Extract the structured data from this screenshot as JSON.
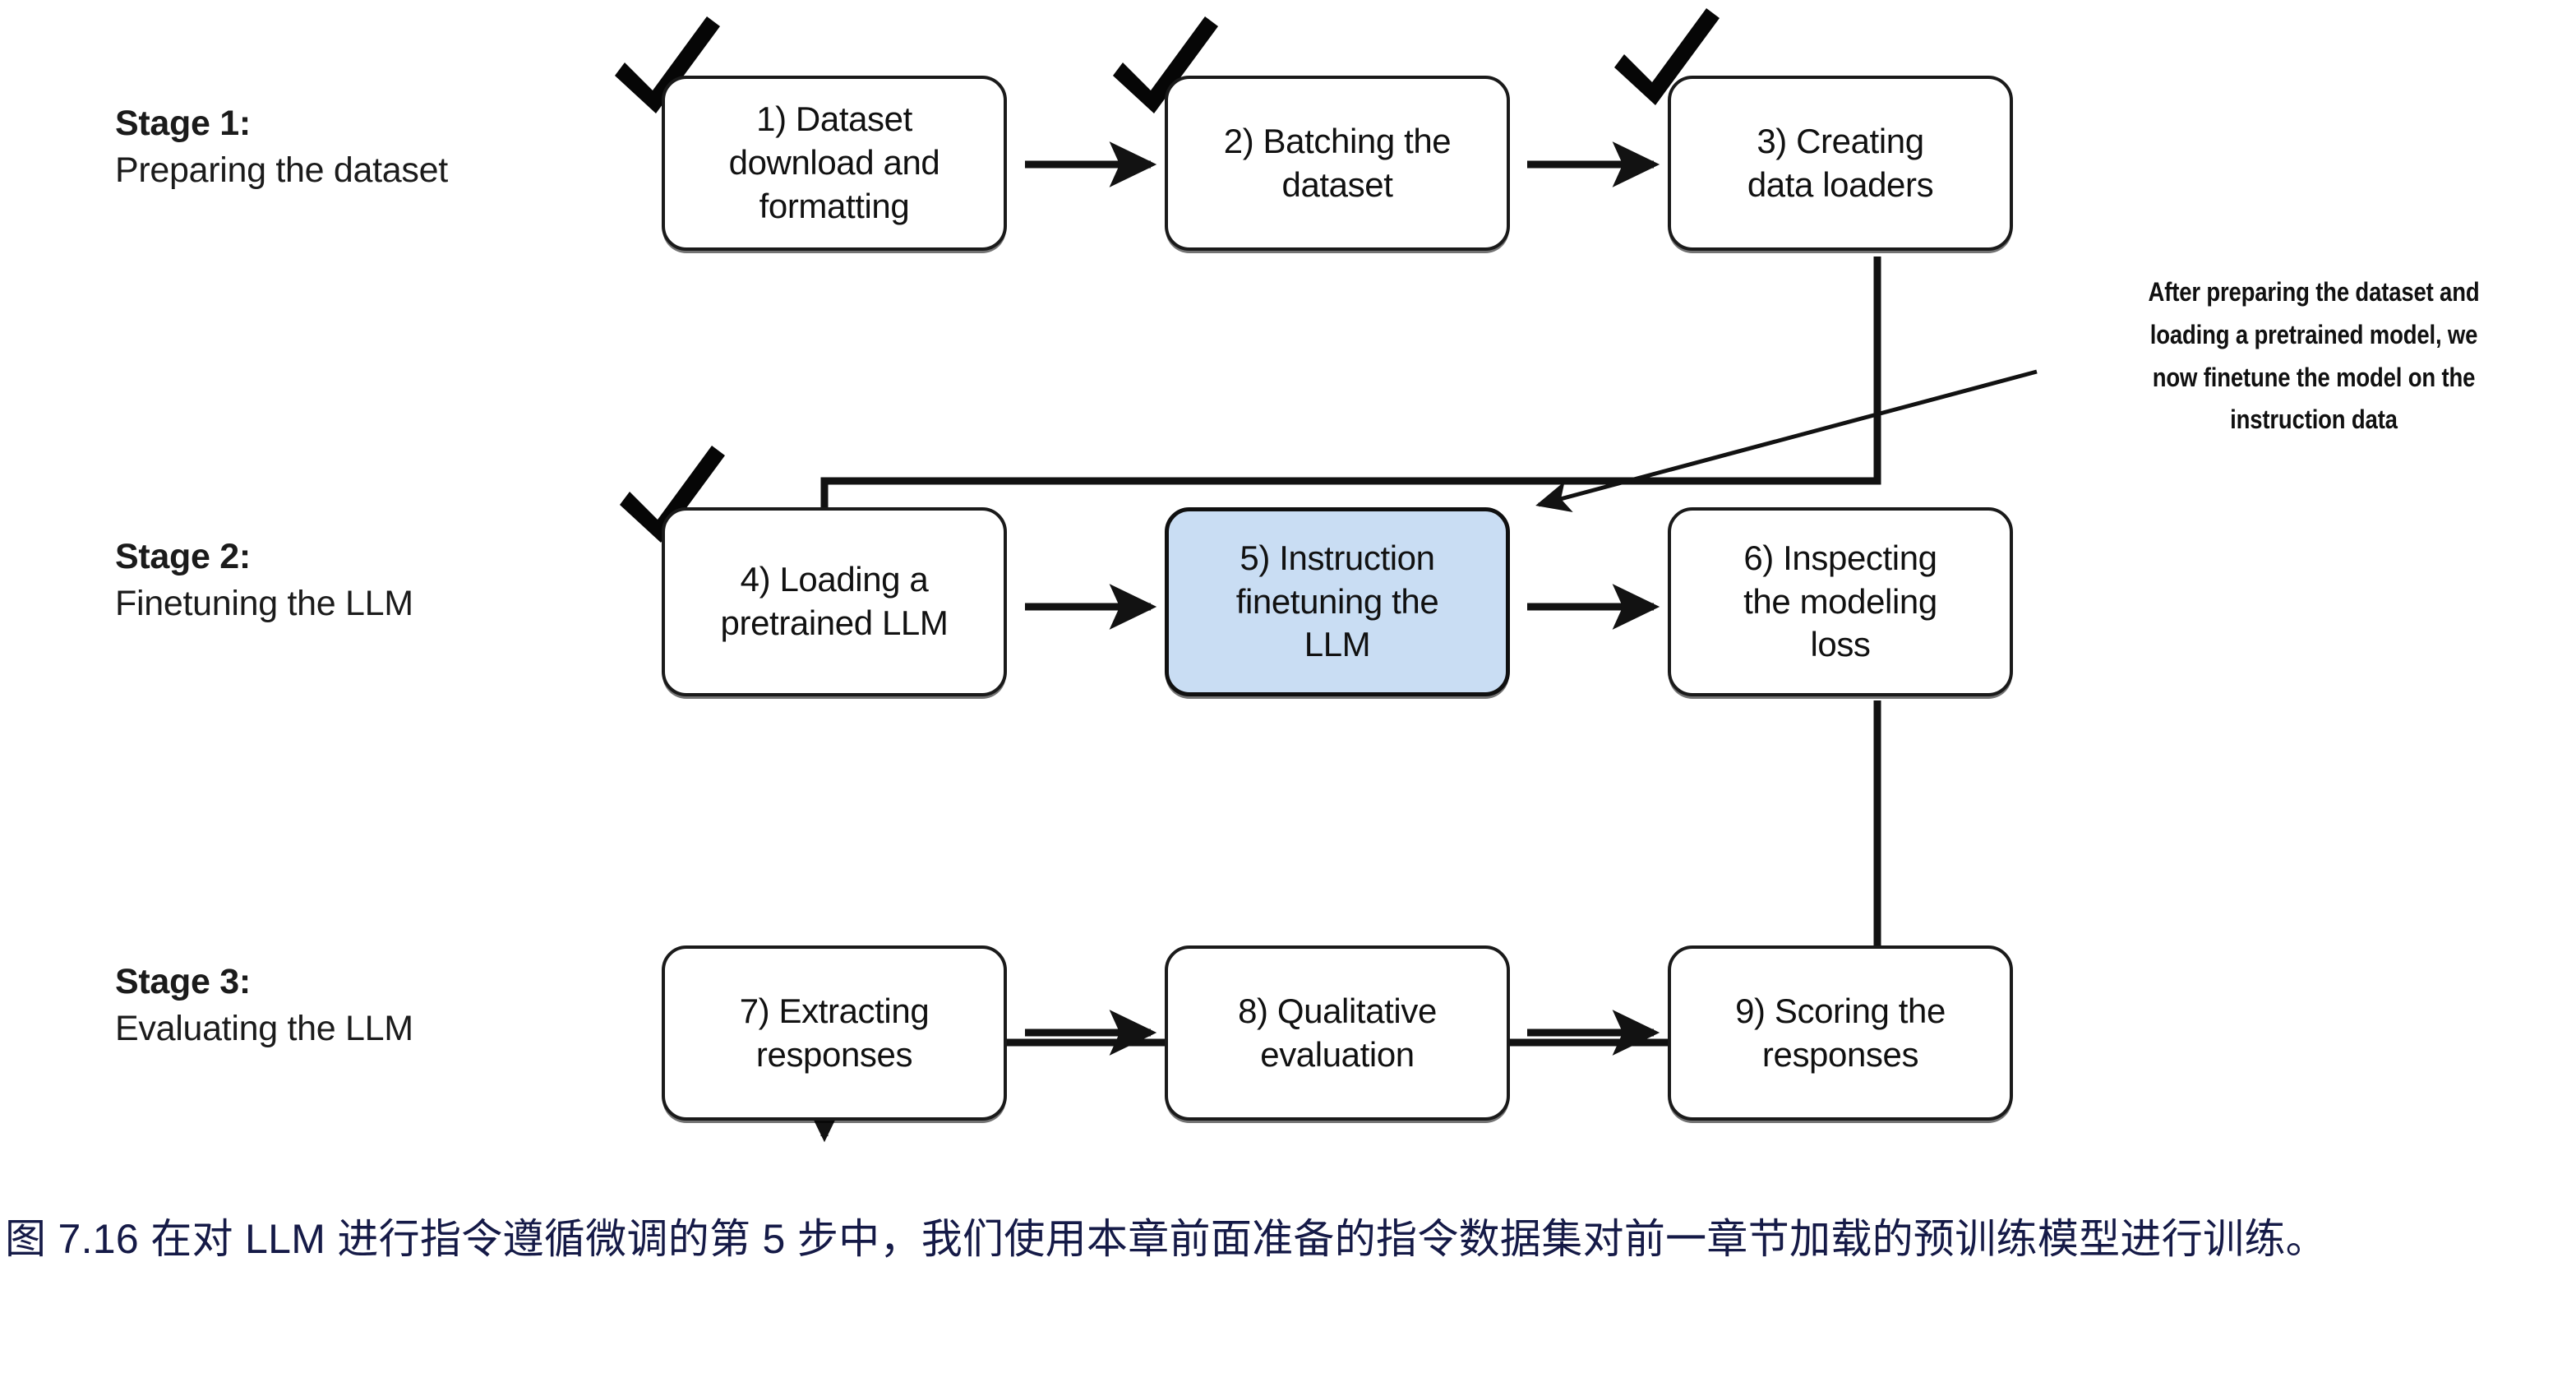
{
  "figure": {
    "title": "Three-stage LLM instruction finetuning pipeline",
    "highlight_color": "#c9ddf3",
    "caption_color": "#151a47",
    "line_color": "#1a1a1a"
  },
  "stages": [
    {
      "title": "Stage 1:",
      "subtitle": "Preparing the dataset"
    },
    {
      "title": "Stage 2:",
      "subtitle": "Finetuning the LLM"
    },
    {
      "title": "Stage 3:",
      "subtitle": "Evaluating the LLM"
    }
  ],
  "nodes": [
    {
      "id": "n1",
      "label": "1) Dataset\ndownload and\nformatting",
      "checked": true,
      "highlighted": false
    },
    {
      "id": "n2",
      "label": "2) Batching the\ndataset",
      "checked": true,
      "highlighted": false
    },
    {
      "id": "n3",
      "label": "3) Creating\ndata loaders",
      "checked": true,
      "highlighted": false
    },
    {
      "id": "n4",
      "label": "4) Loading a\npretrained LLM",
      "checked": true,
      "highlighted": false
    },
    {
      "id": "n5",
      "label": "5) Instruction\nfinetuning the\nLLM",
      "checked": false,
      "highlighted": true
    },
    {
      "id": "n6",
      "label": "6) Inspecting\nthe modeling\nloss",
      "checked": false,
      "highlighted": false
    },
    {
      "id": "n7",
      "label": "7) Extracting\nresponses",
      "checked": false,
      "highlighted": false
    },
    {
      "id": "n8",
      "label": "8) Qualitative\nevaluation",
      "checked": false,
      "highlighted": false
    },
    {
      "id": "n9",
      "label": "9) Scoring the\nresponses",
      "checked": false,
      "highlighted": false
    }
  ],
  "annotation": {
    "lines": [
      "After preparing the dataset and",
      "loading a pretrained model, we",
      "now finetune the model on the",
      "instruction data"
    ],
    "points_to": "5) Instruction finetuning the LLM"
  },
  "caption": {
    "text": "图 7.16 在对 LLM 进行指令遵循微调的第 5 步中，我们使用本章前面准备的指令数据集对前一章节加载的预训练模型进行训练。"
  }
}
